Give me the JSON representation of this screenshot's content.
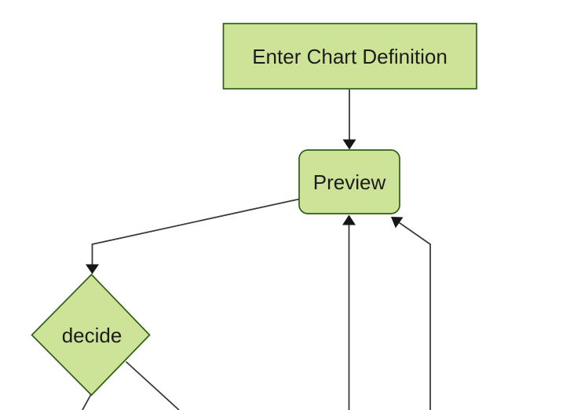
{
  "diagram": {
    "type": "flowchart",
    "direction": "top-down",
    "background": "#ffffff",
    "nodes": [
      {
        "id": "enter-chart-definition",
        "label": "Enter Chart Definition",
        "shape": "rectangle"
      },
      {
        "id": "preview",
        "label": "Preview",
        "shape": "rounded-rectangle"
      },
      {
        "id": "decide",
        "label": "decide",
        "shape": "diamond"
      }
    ],
    "edges": [
      {
        "from": "enter-chart-definition",
        "to": "preview",
        "arrow": "arrowhead-down-into-preview-top"
      },
      {
        "from": "preview",
        "to": "decide",
        "arrow": "arrowhead-down-into-decide-top"
      },
      {
        "from": "offscreen-bottom",
        "to": "preview",
        "arrow": "arrowhead-up-into-preview-bottom"
      },
      {
        "from": "offscreen-bottom-right",
        "to": "preview",
        "arrow": "arrowhead-diagonal-into-preview-bottom-right"
      },
      {
        "from": "decide",
        "to": "offscreen-bottom",
        "arrow": "none-visible"
      },
      {
        "from": "decide",
        "to": "offscreen-bottom-right",
        "arrow": "none-visible"
      }
    ],
    "colors": {
      "node_fill": "#cde498",
      "node_border": "#2f5e16",
      "edge_line": "#3b3b3b",
      "arrowhead": "#161616",
      "label_text": "#1c1c1c"
    }
  }
}
